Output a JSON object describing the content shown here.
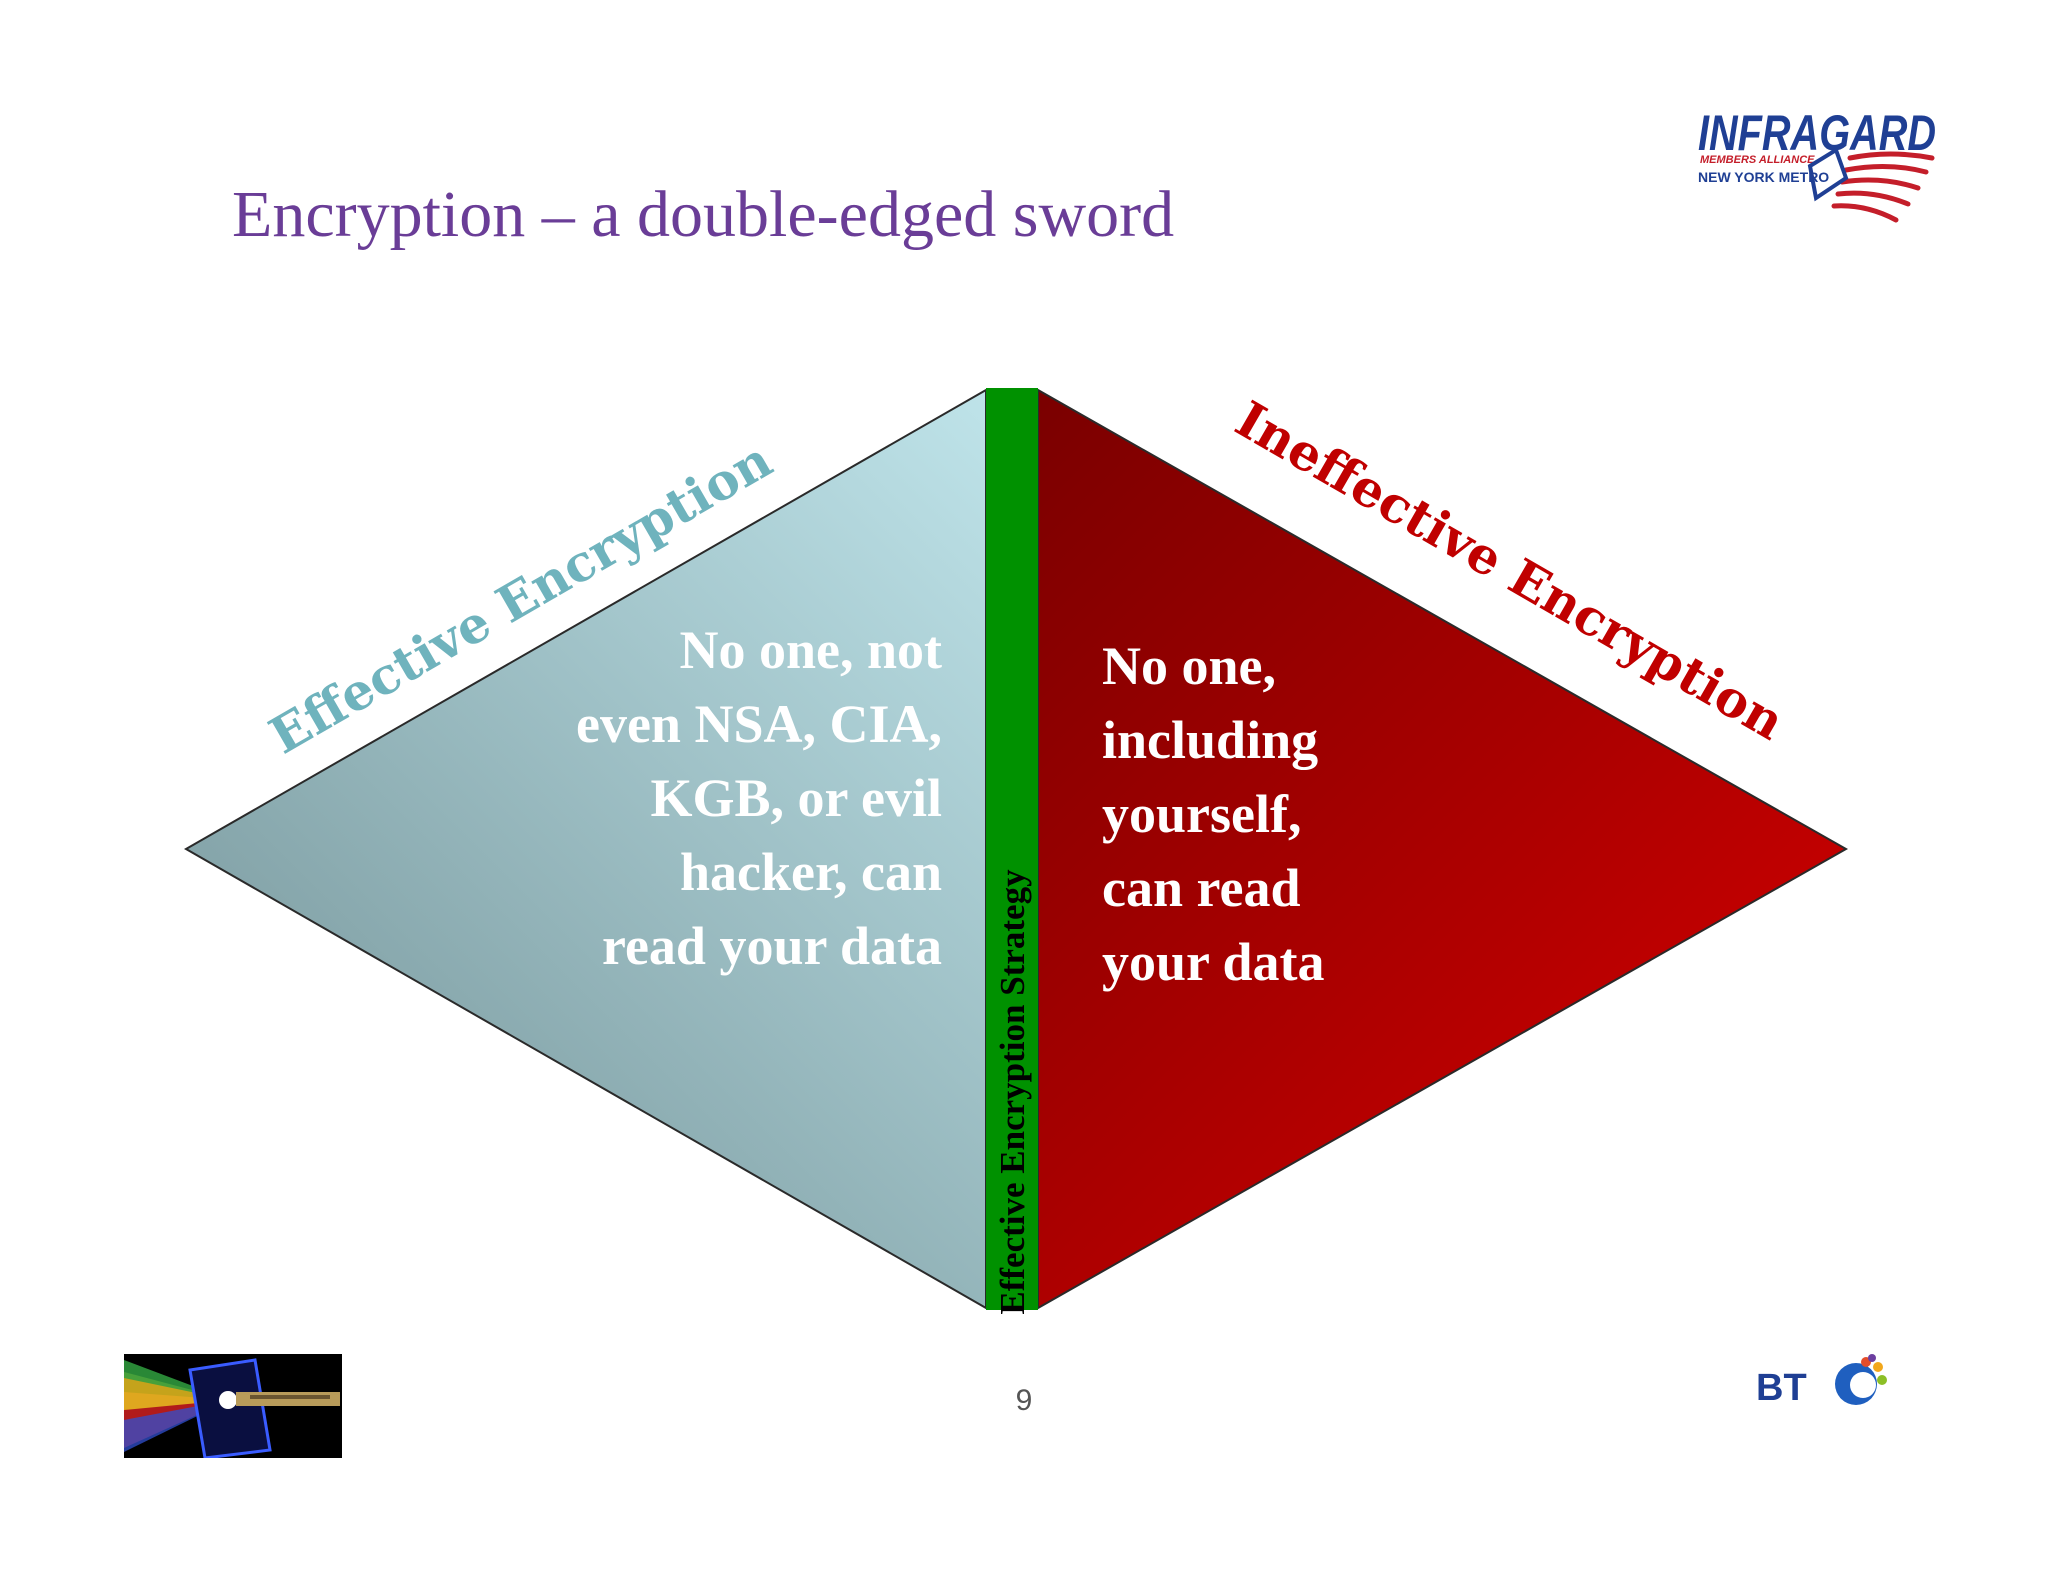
{
  "slide": {
    "title": "Encryption – a double-edged sword",
    "page_number": "9"
  },
  "diagram": {
    "left_label": "Effective Encryption",
    "right_label": "Ineffective Encryption",
    "center_label": "Effective Encryption Strategy",
    "left_text": [
      "No one, not",
      "even NSA, CIA,",
      "KGB, or evil",
      "hacker, can",
      "read your data"
    ],
    "right_text": [
      "No one,",
      "including",
      "yourself,",
      "can read",
      "your data"
    ]
  },
  "logos": {
    "infragard_name": "INFRAGARD",
    "infragard_sub1": "MEMBERS ALLIANCE",
    "infragard_sub2": "NEW YORK METRO",
    "bt": "BT"
  },
  "colors": {
    "title": "#6a3d97",
    "left_label": "#6fb3bd",
    "right_label": "#c00000",
    "strategy_bar": "#009100",
    "left_light": "#bfe4ea",
    "left_dark": "#7f9ea3",
    "right_light": "#c40000",
    "right_dark": "#7a0000"
  }
}
